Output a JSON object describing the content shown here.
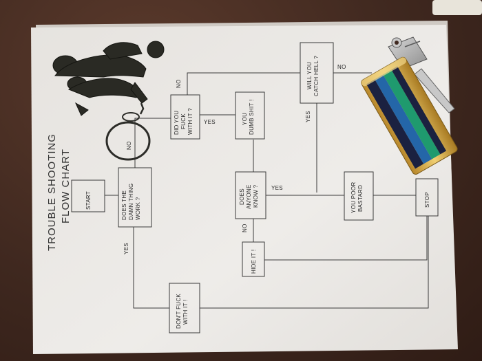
{
  "title": {
    "line1": "TROUBLE SHOOTING",
    "line2": "FLOW CHART"
  },
  "nodes": {
    "start": {
      "lines": [
        "START"
      ]
    },
    "works": {
      "lines": [
        "DOES THE",
        "DAMN THING",
        "WORK ?"
      ]
    },
    "fuck_with": {
      "lines": [
        "DID YOU",
        "FUCK",
        "WITH IT ?"
      ]
    },
    "dumb": {
      "lines": [
        "YOU",
        "DUMB SHIT !"
      ]
    },
    "catch_hell": {
      "lines": [
        "WILL YOU",
        "CATCH HELL ?"
      ]
    },
    "anyone": {
      "lines": [
        "DOES",
        "ANYONE",
        "KNOW ?"
      ]
    },
    "bastard": {
      "lines": [
        "YOU POOR",
        "BASTARD"
      ]
    },
    "stop": {
      "lines": [
        "STOP"
      ]
    },
    "hide": {
      "lines": [
        "HIDE IT !"
      ]
    },
    "dont": {
      "lines": [
        "DON'T FUCK",
        "WITH IT !"
      ]
    }
  },
  "labels": {
    "no_works": "NO",
    "yes_works": "YES",
    "no_fuck": "NO",
    "yes_fuck": "YES",
    "yes_hell": "YES",
    "no_hell": "NO",
    "yes_anyone": "YES",
    "no_anyone": "NO"
  },
  "colors": {
    "paper": "#ebe9e6",
    "ink": "#3a3a3a",
    "table": "#4a3026",
    "lighter_gold": "#d9b24a",
    "lighter_navy": "#1b2140",
    "lighter_blue": "#2466a8",
    "lighter_green": "#1f9a6e"
  },
  "objects": [
    "metal-keychain-figurine",
    "key-ring",
    "car-key",
    "striped-lighter"
  ]
}
